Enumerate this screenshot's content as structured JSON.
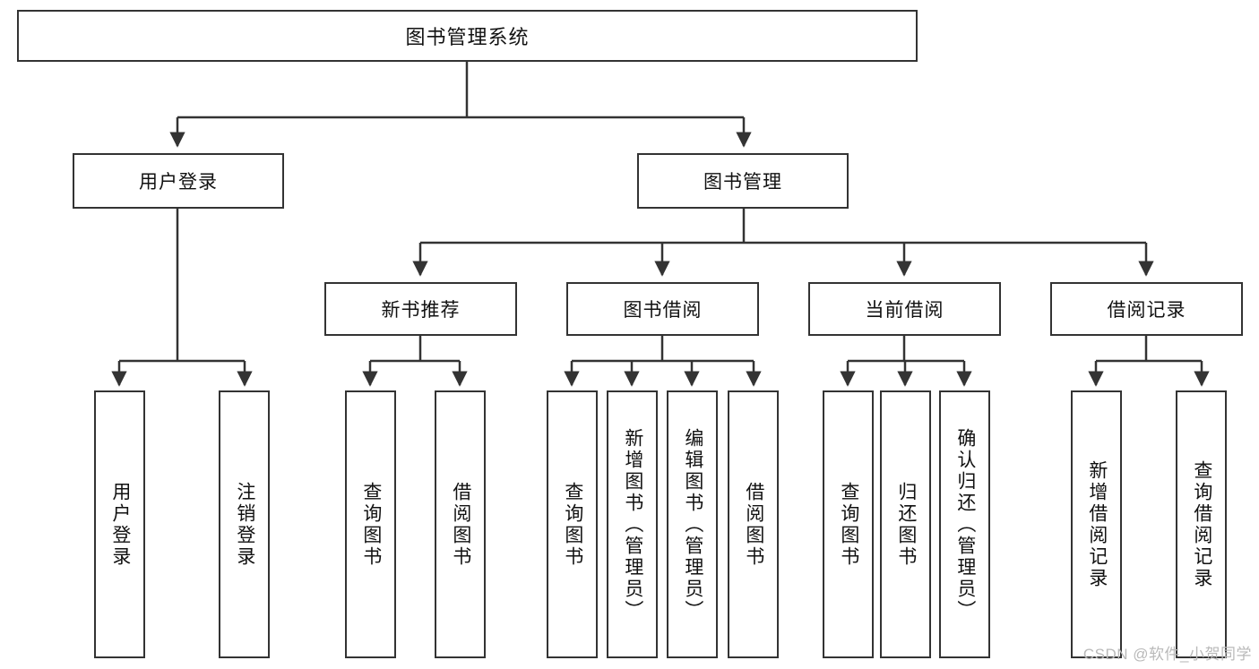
{
  "diagram": {
    "type": "tree-hierarchy",
    "title": "图书管理系统",
    "watermark": "CSDN @软件_小贺同学",
    "colors": {
      "stroke": "#333333",
      "fill": "#ffffff",
      "text": "#111111",
      "watermark": "#b9b9b9"
    },
    "nodes": {
      "root": {
        "label": "图书管理系统",
        "level": 1,
        "orientation": "horizontal"
      },
      "l2_user_login": {
        "label": "用户登录",
        "level": 2,
        "orientation": "horizontal"
      },
      "l2_book_manage": {
        "label": "图书管理",
        "level": 2,
        "orientation": "horizontal"
      },
      "l3_new_book_rec": {
        "label": "新书推荐",
        "level": 3,
        "orientation": "horizontal"
      },
      "l3_book_borrow": {
        "label": "图书借阅",
        "level": 3,
        "orientation": "horizontal"
      },
      "l3_current_borrow": {
        "label": "当前借阅",
        "level": 3,
        "orientation": "horizontal"
      },
      "l3_borrow_record": {
        "label": "借阅记录",
        "level": 3,
        "orientation": "horizontal"
      },
      "leaf_user_login": {
        "label": "用户登录",
        "level": 4,
        "orientation": "vertical"
      },
      "leaf_logout": {
        "label": "注销登录",
        "level": 4,
        "orientation": "vertical"
      },
      "leaf_query_book_rec": {
        "label": "查询图书",
        "level": 4,
        "orientation": "vertical"
      },
      "leaf_borrow_book_rec": {
        "label": "借阅图书",
        "level": 4,
        "orientation": "vertical"
      },
      "leaf_query_book_b": {
        "label": "查询图书",
        "level": 4,
        "orientation": "vertical"
      },
      "leaf_add_book": {
        "label": "新增图书（管理员）",
        "level": 4,
        "orientation": "vertical"
      },
      "leaf_edit_book": {
        "label": "编辑图书（管理员）",
        "level": 4,
        "orientation": "vertical"
      },
      "leaf_borrow_book_b": {
        "label": "借阅图书",
        "level": 4,
        "orientation": "vertical"
      },
      "leaf_query_book_c": {
        "label": "查询图书",
        "level": 4,
        "orientation": "vertical"
      },
      "leaf_return_book": {
        "label": "归还图书",
        "level": 4,
        "orientation": "vertical"
      },
      "leaf_confirm_return": {
        "label": "确认归还（管理员）",
        "level": 4,
        "orientation": "vertical"
      },
      "leaf_add_record": {
        "label": "新增借阅记录",
        "level": 4,
        "orientation": "vertical"
      },
      "leaf_query_record": {
        "label": "查询借阅记录",
        "level": 4,
        "orientation": "vertical"
      }
    },
    "edges": [
      {
        "from": "root",
        "to": "l2_user_login"
      },
      {
        "from": "root",
        "to": "l2_book_manage"
      },
      {
        "from": "l2_user_login",
        "to": "leaf_user_login"
      },
      {
        "from": "l2_user_login",
        "to": "leaf_logout"
      },
      {
        "from": "l2_book_manage",
        "to": "l3_new_book_rec"
      },
      {
        "from": "l2_book_manage",
        "to": "l3_book_borrow"
      },
      {
        "from": "l2_book_manage",
        "to": "l3_current_borrow"
      },
      {
        "from": "l2_book_manage",
        "to": "l3_borrow_record"
      },
      {
        "from": "l3_new_book_rec",
        "to": "leaf_query_book_rec"
      },
      {
        "from": "l3_new_book_rec",
        "to": "leaf_borrow_book_rec"
      },
      {
        "from": "l3_book_borrow",
        "to": "leaf_query_book_b"
      },
      {
        "from": "l3_book_borrow",
        "to": "leaf_add_book"
      },
      {
        "from": "l3_book_borrow",
        "to": "leaf_edit_book"
      },
      {
        "from": "l3_book_borrow",
        "to": "leaf_borrow_book_b"
      },
      {
        "from": "l3_current_borrow",
        "to": "leaf_query_book_c"
      },
      {
        "from": "l3_current_borrow",
        "to": "leaf_return_book"
      },
      {
        "from": "l3_current_borrow",
        "to": "leaf_confirm_return"
      },
      {
        "from": "l3_borrow_record",
        "to": "leaf_add_record"
      },
      {
        "from": "l3_borrow_record",
        "to": "leaf_query_record"
      }
    ]
  }
}
